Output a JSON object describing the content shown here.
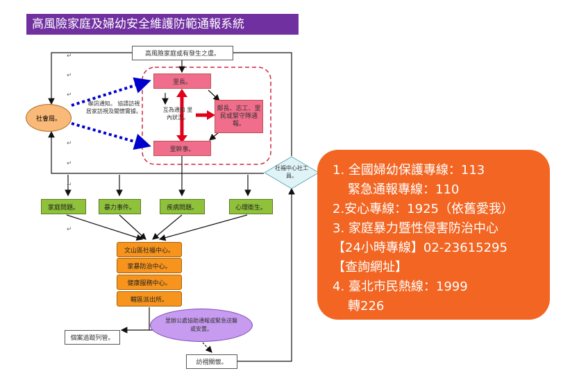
{
  "title": "高風險家庭及婦幼安全維護防範通報系統",
  "nodes": {
    "start": "高風險家庭或有發生之虞。",
    "chief": "里長。",
    "officer": "里幹事。",
    "neighbors": "鄰長、志工、里民或緊守隊通報。",
    "social_bureau": "社會局。",
    "social_center": "社福中心社工員。",
    "category_family": "家庭問題。",
    "category_violence": "暴力事件。",
    "category_illness": "疾病問題。",
    "category_mental": "心理衛生。",
    "agency_1": "文山區社福中心。",
    "agency_2": "家暴防治中心。",
    "agency_3": "健康服務中心。",
    "agency_4": "轄區派出所。",
    "public_sector": "里辦公處協助通報或緊急送醫或安置。",
    "case_tracking": "個案追蹤列管。",
    "follow_up": "訪視關懷。"
  },
  "notes": {
    "referral": "聯訊通知。 協請訪視居家訪視及關懷實據。",
    "liaison": "互為通知 里內狀況。"
  },
  "paragraph_mark": "↵",
  "hotlines": [
    "1. 全國婦幼保護專線：113",
    "緊急通報專線：110",
    "2.安心專線：1925（依舊愛我）",
    "3. 家庭暴力暨性侵害防治中心",
    "【24小時專線】02-23615295",
    "【查詢網址】",
    "4. 臺北市民熱線：1999",
    "轉226"
  ],
  "colors": {
    "title_bg": "#7030a0",
    "pink": "#f06e8c",
    "green": "#8fc13a",
    "orange": "#f7941d",
    "hotline_bg": "#f26522",
    "blue_arrow": "#0000cc",
    "red_arrow": "#e0001a",
    "lavender": "#c79bf0",
    "diamond": "#e0f4f8"
  }
}
